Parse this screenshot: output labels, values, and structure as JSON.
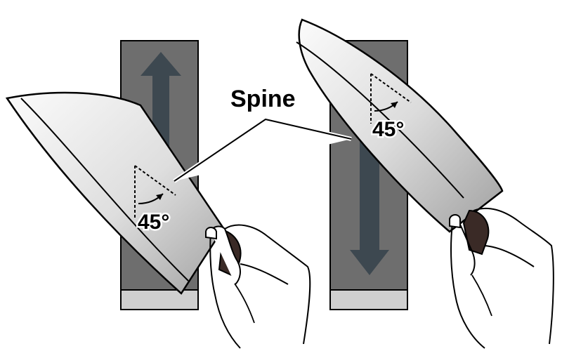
{
  "labels": {
    "spine": "Spine",
    "angle_left": "45°",
    "angle_right": "45°"
  },
  "colors": {
    "stone": "#6e6e6e",
    "stone_base": "#cfcfcf",
    "arrow": "#3d4850",
    "blade_light": "#fafafa",
    "blade_dark": "#a9a9a9",
    "handle": "#3a2a26",
    "outline": "#000000"
  },
  "arrows": {
    "left": "up-arrow-icon",
    "right": "down-arrow-icon"
  }
}
